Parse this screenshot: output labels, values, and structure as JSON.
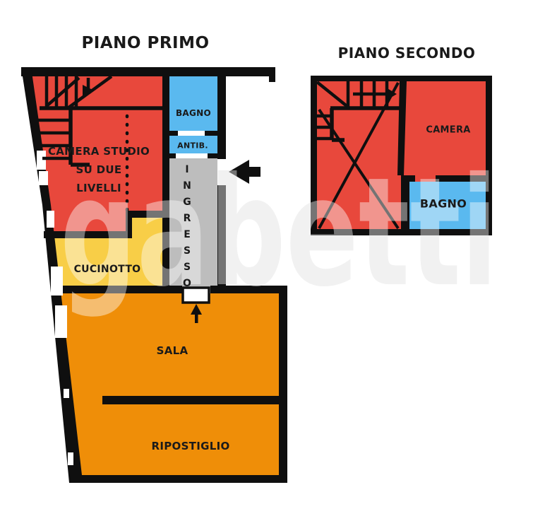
{
  "watermark": {
    "text": "gabetti"
  },
  "colors": {
    "wall": "#0f0f0f",
    "red": "#e8483c",
    "blue": "#5ab9ef",
    "gray": "#bdbdbd",
    "yellow": "#f8ce47",
    "orange": "#ef8e08",
    "watermark_gray": "#e7e7e7"
  },
  "floors": {
    "primo": {
      "title": "PIANO PRIMO",
      "rooms": {
        "camera_studio_line1": "CAMERA STUDIO",
        "camera_studio_line2": "SU DUE",
        "camera_studio_line3": "LIVELLI",
        "bagno": "BAGNO",
        "antibagno": "ANTIB.",
        "ingresso": "INGRESSO",
        "cucinotto": "CUCINOTTO",
        "sala": "SALA",
        "ripostiglio": "RIPOSTIGLIO"
      }
    },
    "secondo": {
      "title": "PIANO SECONDO",
      "rooms": {
        "camera": "CAMERA",
        "bagno": "BAGNO"
      }
    }
  }
}
